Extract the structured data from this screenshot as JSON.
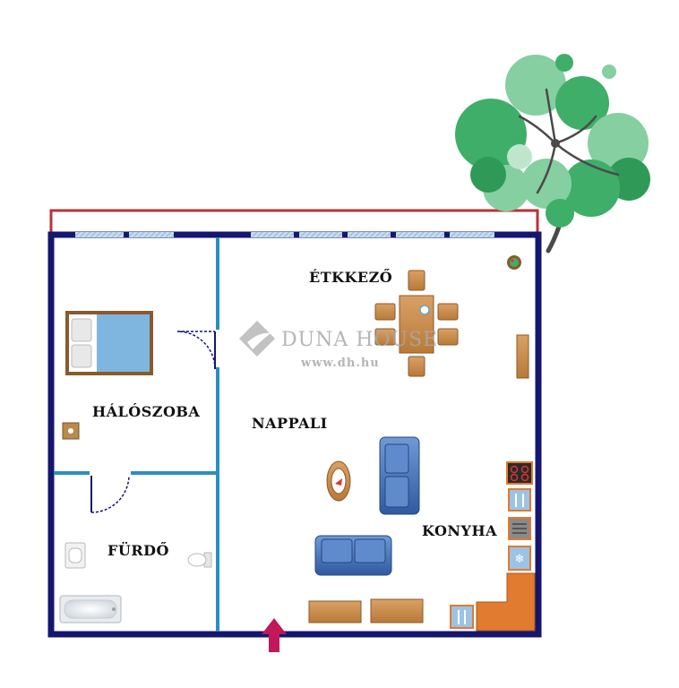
{
  "rooms": {
    "etkezo": "ÉTKKEZŐ",
    "haloszoba": "HÁLÓSZOBA",
    "nappali": "NAPPALI",
    "furdo": "FÜRDŐ",
    "konyha": "KONYHA"
  },
  "watermark": {
    "brand": "DUNA HOUSE",
    "url": "www.dh.hu"
  },
  "colors": {
    "outer_wall": "#141670",
    "inner_wall": "#2b8fbf",
    "balcony_rail": "#b8323a",
    "window": "#aacbe6",
    "wood": "#c98a45",
    "sofa": "#3f6fb5",
    "tree": "#3fb06a",
    "entrance_arrow": "#c2185b"
  },
  "icons": [
    "bed-icon",
    "bathtub-icon",
    "sink-icon",
    "toilet-icon",
    "door-swing-icon",
    "sofa-icon",
    "dining-table-icon",
    "stove-icon",
    "fridge-icon",
    "tree-icon",
    "plant-icon",
    "entrance-arrow-icon"
  ]
}
